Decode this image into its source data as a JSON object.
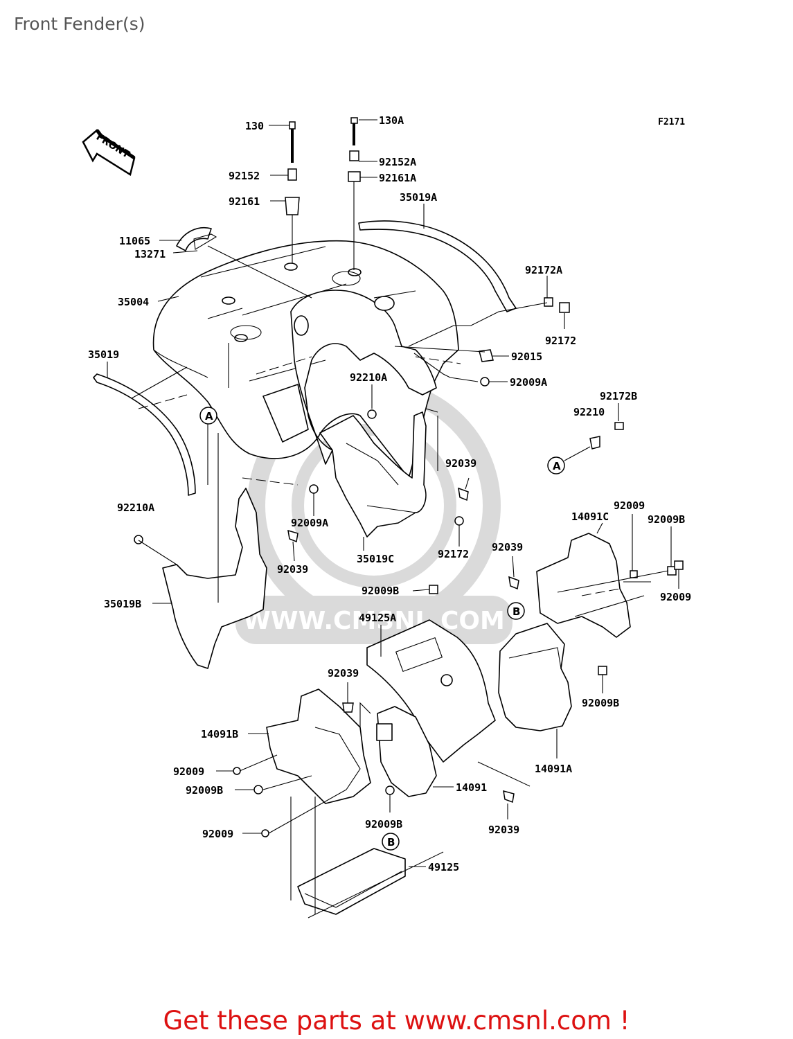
{
  "page": {
    "title": "Front Fender(s)",
    "figure_code": "F2171",
    "footer_text": "Get these parts at www.cmsnl.com !"
  },
  "diagram": {
    "direction_marker": "FRONT",
    "watermark_text": "WWW.CMSNL.COM",
    "callouts": [
      "A",
      "B"
    ],
    "part_labels": [
      "130",
      "130A",
      "92152",
      "92152A",
      "92161",
      "92161A",
      "35019A",
      "11065",
      "13271",
      "92172A",
      "35004",
      "92172",
      "92015",
      "35019",
      "92009A",
      "92210A",
      "92172B",
      "92210",
      "92039",
      "92210A",
      "92009A",
      "92039",
      "92172",
      "35019C",
      "14091C",
      "92009",
      "92009B",
      "92039",
      "92009",
      "92009B",
      "35019B",
      "49125A",
      "92039",
      "92009B",
      "14091B",
      "92009",
      "92009B",
      "14091",
      "14091A",
      "92009B",
      "92009",
      "92039",
      "49125"
    ]
  },
  "colors": {
    "title_text": "#555555",
    "line_art": "#000000",
    "footer_text": "#dd1111"
  }
}
